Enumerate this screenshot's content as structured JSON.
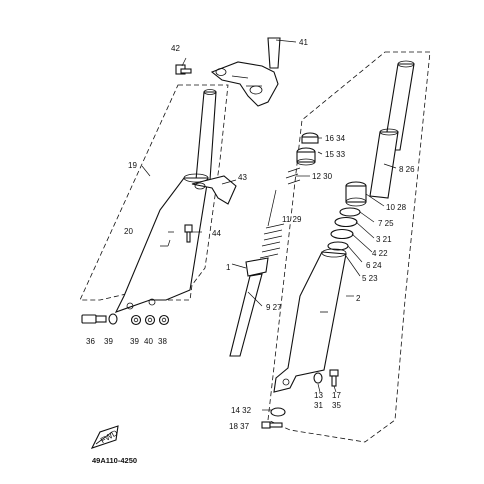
{
  "diagram": {
    "code": "49A110-4250",
    "fwd_label": "FWD",
    "labels": {
      "p41": "41",
      "p42": "42",
      "p43": "43",
      "p44": "44",
      "p19": "19",
      "p20": "20",
      "p1": "1",
      "p2": "2",
      "p927": "9 27",
      "p1129": "11 29",
      "p1230": "12 30",
      "p1533": "15 33",
      "p1634": "16 34",
      "p826": "8 26",
      "p1028": "10 28",
      "p725": "7 25",
      "p321": "3 21",
      "p422": "4 22",
      "p624": "6 24",
      "p523": "5 23",
      "p36": "36",
      "p39a": "39",
      "p39b": "39",
      "p40": "40",
      "p38": "38",
      "p13": "13",
      "p31": "31",
      "p17": "17",
      "p35": "35",
      "p1432": "14 32",
      "p1837": "18 37"
    }
  }
}
